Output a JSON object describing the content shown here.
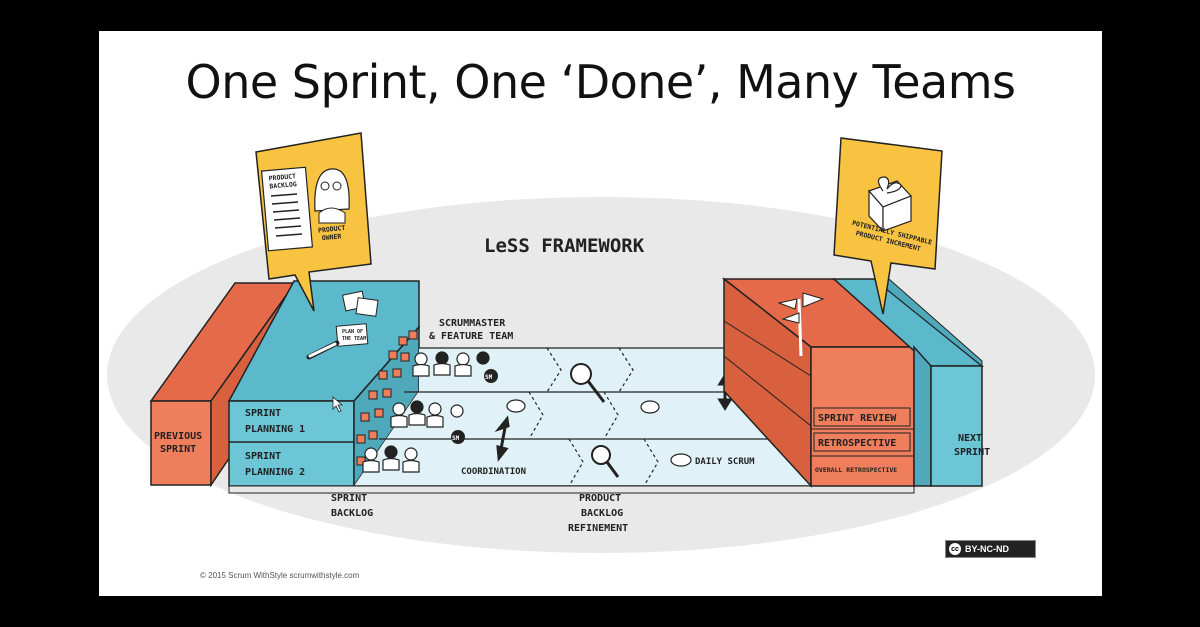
{
  "slide": {
    "title": "One Sprint, One ‘Done’, Many Teams",
    "copyright": "© 2015 Scrum WithStyle scrumwithstyle.com",
    "license": "BY-NC-ND",
    "license_logo": "cc"
  },
  "diagram": {
    "framework_title": "LeSS FRAMEWORK",
    "product_backlog": [
      "PRODUCT",
      "BACKLOG"
    ],
    "product_owner": [
      "PRODUCT",
      "OWNER"
    ],
    "increment": [
      "POTENTIALLY SHIPPABLE",
      "PRODUCT INCREMENT"
    ],
    "scrummaster_team": [
      "SCRUMMASTER",
      "& FEATURE TEAM"
    ],
    "previous_sprint": [
      "PREVIOUS",
      "SPRINT"
    ],
    "sprint_planning_1": [
      "SPRINT",
      "PLANNING 1"
    ],
    "sprint_planning_2": [
      "SPRINT",
      "PLANNING 2"
    ],
    "coordination": "COORDINATION",
    "daily_scrum": "DAILY SCRUM",
    "sprint_backlog": [
      "SPRINT",
      "BACKLOG"
    ],
    "pbr": [
      "PRODUCT",
      "BACKLOG",
      "REFINEMENT"
    ],
    "sprint_review": "SPRINT REVIEW",
    "retrospective": "RETROSPECTIVE",
    "overall_retrospective": "OVERALL RETROSPECTIVE",
    "next_sprint": [
      "NEXT",
      "SPRINT"
    ],
    "sm_badge": "SM",
    "note_text": [
      "PLAN OF",
      "THE TEAM"
    ],
    "colors": {
      "orange": "#ef7e5d",
      "blue": "#6cc6d6",
      "yellow": "#f8c341",
      "lane": "#dff1f6",
      "ellipse": "#e8e8e8"
    }
  }
}
